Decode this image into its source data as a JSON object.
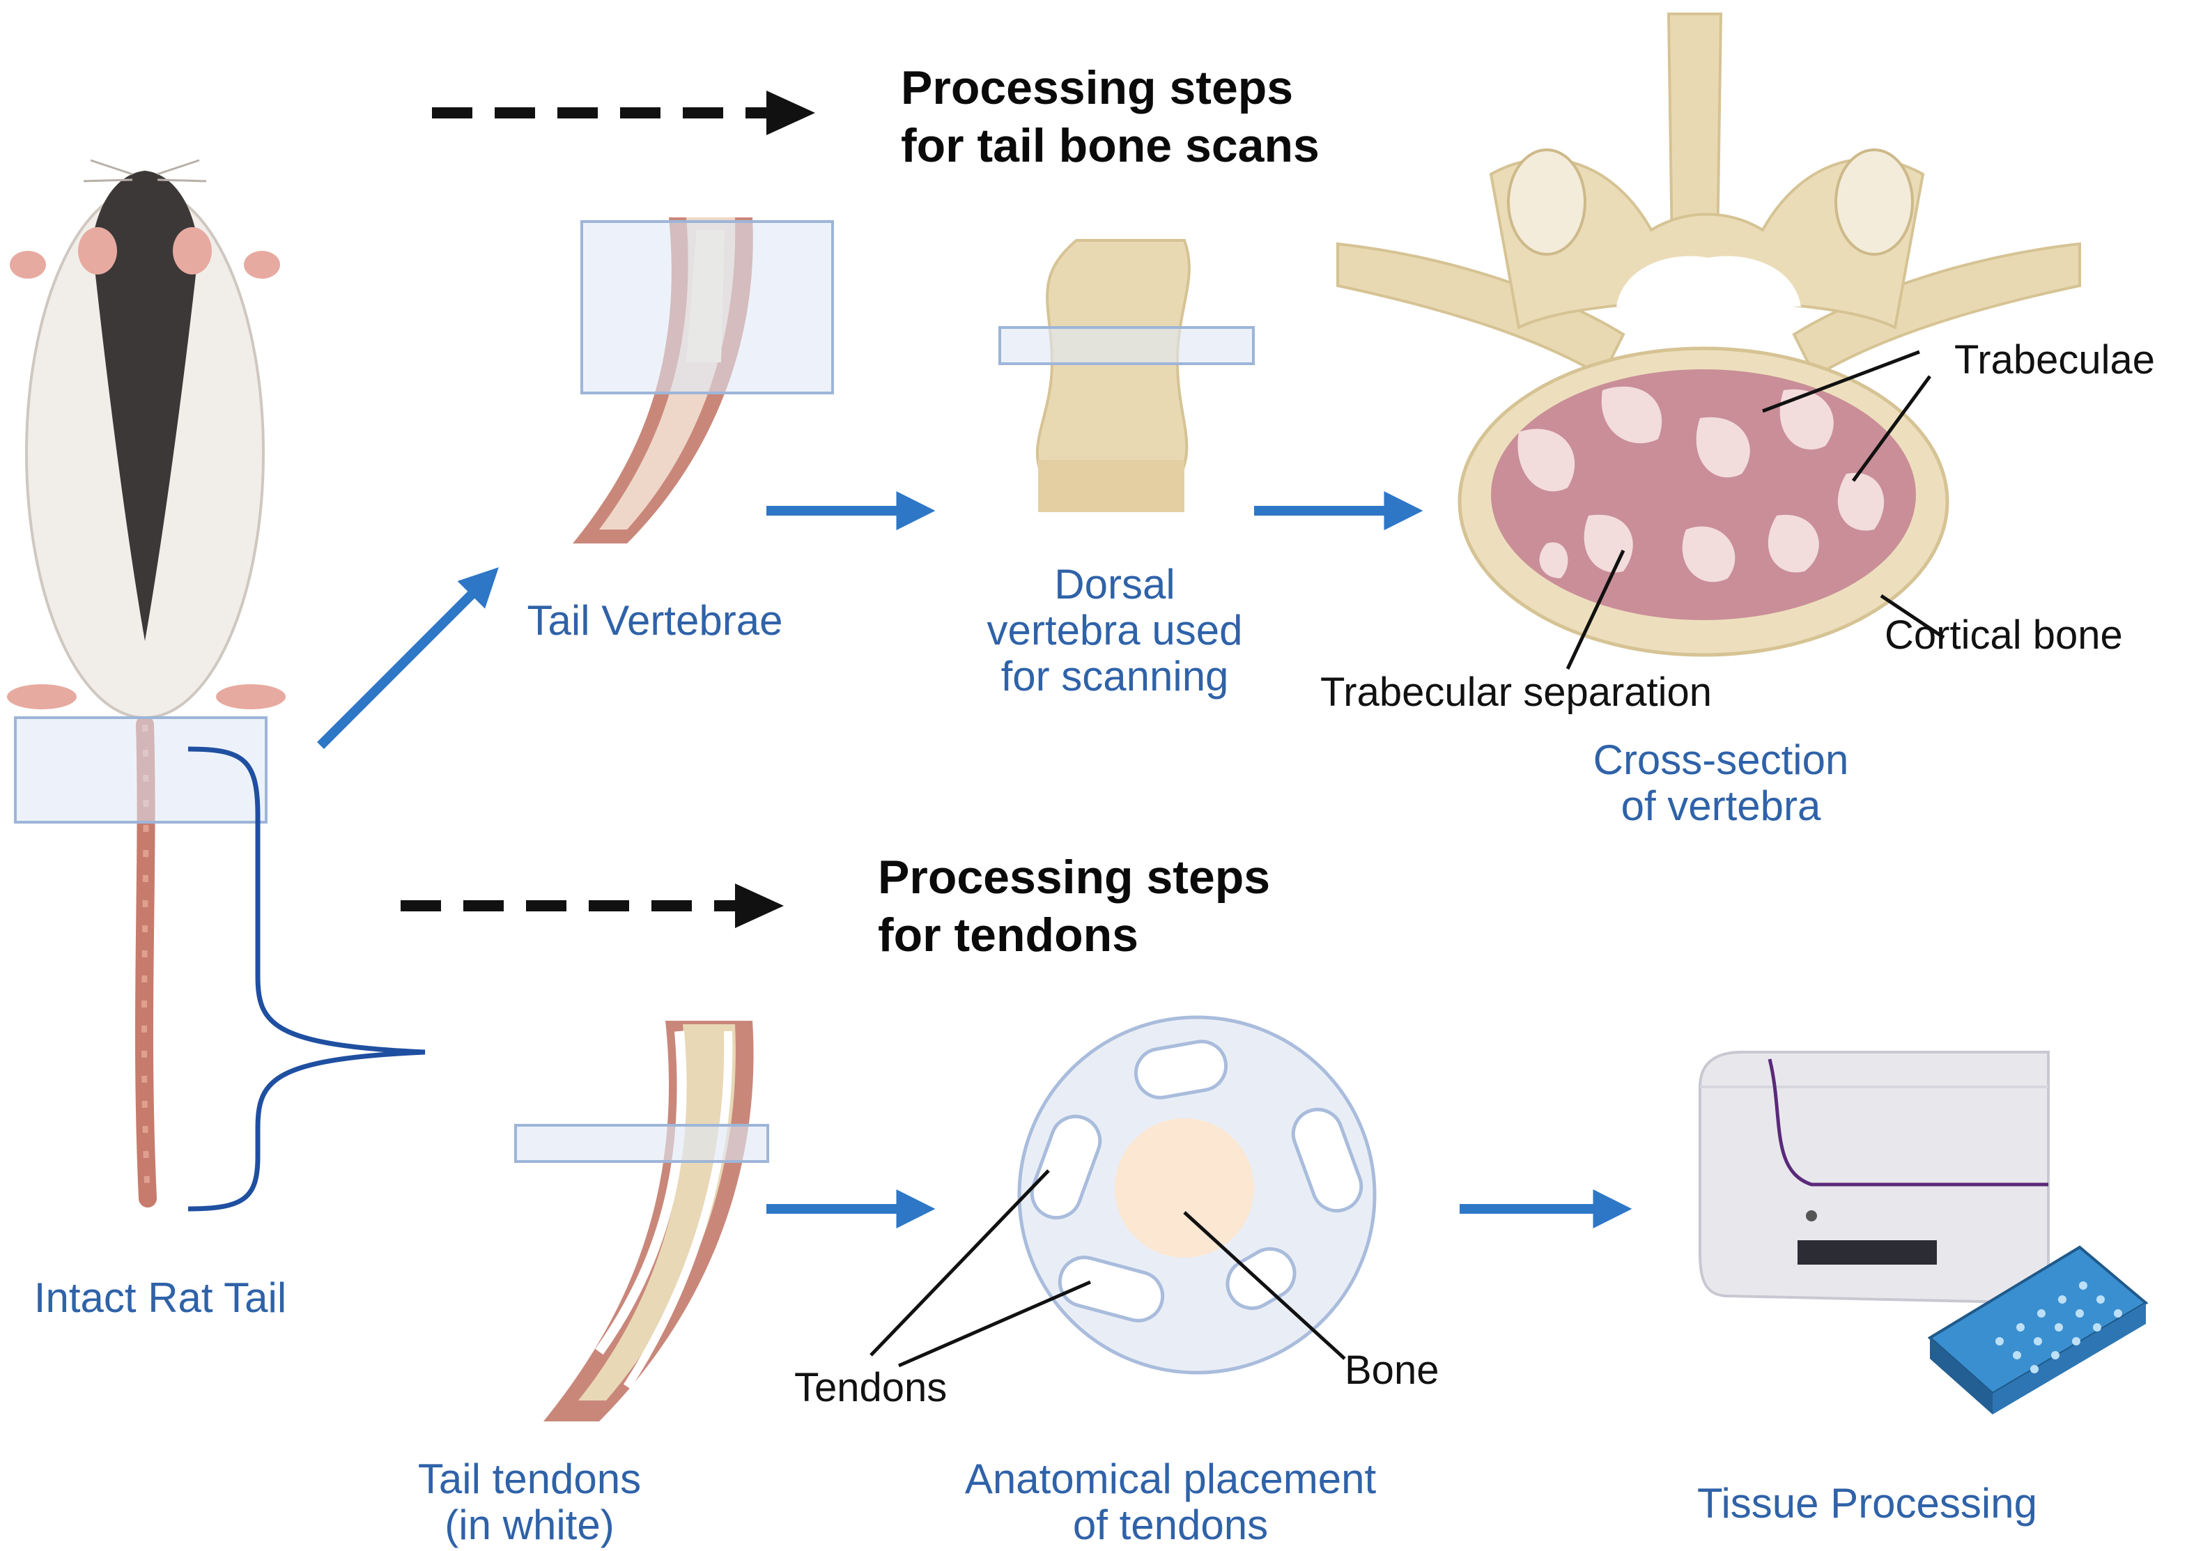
{
  "colors": {
    "accent_blue": "#2f62a8",
    "arrow_blue": "#2e77c6",
    "bone": "#e9d9b3",
    "trabecular": "#c98e98",
    "tail_skin": "#c67b6c",
    "heading": "#0a0a0a"
  },
  "headings": {
    "bone_line1": "Processing steps",
    "bone_line2": "for tail bone scans",
    "tendon_line1": "Processing steps",
    "tendon_line2": "for tendons"
  },
  "captions": {
    "intact_tail": "Intact Rat Tail",
    "tail_vertebrae": "Tail Vertebrae",
    "dorsal_line1": "Dorsal",
    "dorsal_line2": "vertebra used",
    "dorsal_line3": "for scanning",
    "cross_line1": "Cross-section",
    "cross_line2": "of vertebra",
    "tendons_line1": "Tail tendons",
    "tendons_line2": "(in white)",
    "placement_line1": "Anatomical placement",
    "placement_line2": "of tendons",
    "tissue_processing": "Tissue Processing"
  },
  "annotations": {
    "trabeculae": "Trabeculae",
    "cortical_bone": "Cortical bone",
    "trabecular_separation": "Trabecular separation",
    "tendons": "Tendons",
    "bone": "Bone"
  },
  "icons": [
    "rat-icon",
    "tail-segment-icon",
    "vertebra-icon",
    "vertebra-cross-section-icon",
    "tendon-ring-icon",
    "tissue-processor-icon",
    "well-plate-icon"
  ]
}
